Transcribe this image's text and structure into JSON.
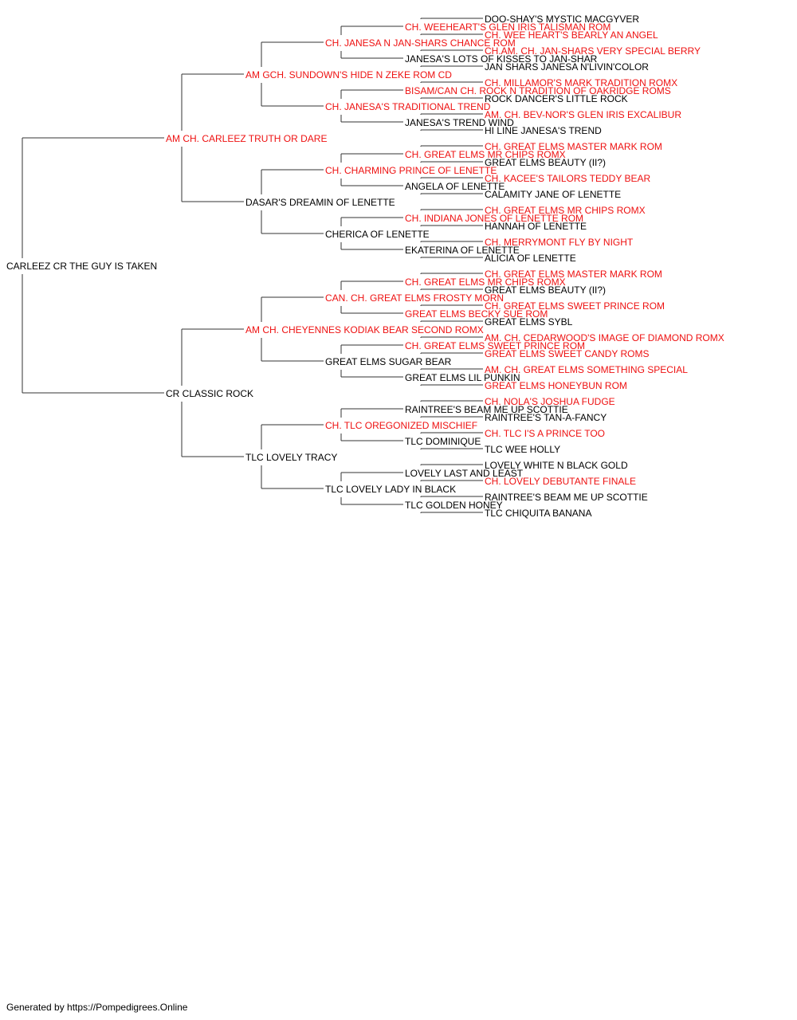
{
  "colors": {
    "champion": "#ee1111",
    "normal": "#000000",
    "line": "#333333"
  },
  "footer": "Generated by https://Pompedigrees.Online",
  "dogs": [
    {
      "id": "g0",
      "name": "CARLEEZ CR THE GUY IS TAKEN",
      "champion": false
    },
    {
      "id": "g1_0",
      "name": "AM CH. CARLEEZ TRUTH OR DARE",
      "champion": true
    },
    {
      "id": "g1_1",
      "name": "CR CLASSIC ROCK",
      "champion": false
    },
    {
      "id": "g2_0",
      "name": "AM GCH. SUNDOWN'S HIDE N ZEKE ROM CD",
      "champion": true
    },
    {
      "id": "g2_1",
      "name": "DASAR'S DREAMIN OF LENETTE",
      "champion": false
    },
    {
      "id": "g2_2",
      "name": "AM CH. CHEYENNES KODIAK BEAR SECOND ROMX",
      "champion": true
    },
    {
      "id": "g2_3",
      "name": "TLC LOVELY TRACY",
      "champion": false
    },
    {
      "id": "g3_0",
      "name": "CH. JANESA N JAN-SHARS CHANCE ROM",
      "champion": true
    },
    {
      "id": "g3_1",
      "name": "CH. JANESA'S TRADITIONAL TREND",
      "champion": true
    },
    {
      "id": "g3_2",
      "name": "CH. CHARMING PRINCE OF LENETTE",
      "champion": true
    },
    {
      "id": "g3_3",
      "name": "CHERICA OF LENETTE",
      "champion": false
    },
    {
      "id": "g3_4",
      "name": "CAN. CH. GREAT ELMS FROSTY MORN",
      "champion": true
    },
    {
      "id": "g3_5",
      "name": "GREAT ELMS SUGAR BEAR",
      "champion": false
    },
    {
      "id": "g3_6",
      "name": "CH. TLC OREGONIZED MISCHIEF",
      "champion": true
    },
    {
      "id": "g3_7",
      "name": "TLC LOVELY LADY IN BLACK",
      "champion": false
    },
    {
      "id": "g4_0",
      "name": "CH. WEEHEART'S GLEN IRIS TALISMAN ROM",
      "champion": true
    },
    {
      "id": "g4_1",
      "name": "JANESA'S LOTS OF KISSES TO JAN-SHAR",
      "champion": false
    },
    {
      "id": "g4_2",
      "name": "BISAM/CAN CH. ROCK N TRADITION OF OAKRIDGE ROMS",
      "champion": true
    },
    {
      "id": "g4_3",
      "name": "JANESA'S TREND WIND",
      "champion": false
    },
    {
      "id": "g4_4",
      "name": "CH. GREAT ELMS MR CHIPS ROMX",
      "champion": true
    },
    {
      "id": "g4_5",
      "name": "ANGELA OF LENETTE",
      "champion": false
    },
    {
      "id": "g4_6",
      "name": "CH. INDIANA JONES OF LENETTE ROM",
      "champion": true
    },
    {
      "id": "g4_7",
      "name": "EKATERINA OF LENETTE",
      "champion": false
    },
    {
      "id": "g4_8",
      "name": "CH. GREAT ELMS MR CHIPS ROMX",
      "champion": true
    },
    {
      "id": "g4_9",
      "name": "GREAT ELMS BECKY SUE ROM",
      "champion": true
    },
    {
      "id": "g4_10",
      "name": "CH. GREAT ELMS SWEET PRINCE ROM",
      "champion": true
    },
    {
      "id": "g4_11",
      "name": "GREAT ELMS LIL PUNKIN",
      "champion": false
    },
    {
      "id": "g4_12",
      "name": "RAINTREE'S BEAM ME UP SCOTTIE",
      "champion": false
    },
    {
      "id": "g4_13",
      "name": "TLC DOMINIQUE",
      "champion": false
    },
    {
      "id": "g4_14",
      "name": "LOVELY LAST AND LEAST",
      "champion": false
    },
    {
      "id": "g4_15",
      "name": "TLC GOLDEN HONEY",
      "champion": false
    },
    {
      "id": "g5_0",
      "name": "DOO-SHAY'S MYSTIC MACGYVER",
      "champion": false
    },
    {
      "id": "g5_1",
      "name": "CH. WEE HEART'S BEARLY AN ANGEL",
      "champion": true
    },
    {
      "id": "g5_2",
      "name": "CH.AM. CH. JAN-SHARS VERY SPECIAL BERRY",
      "champion": true
    },
    {
      "id": "g5_3",
      "name": "JAN SHARS JANESA N'LIVIN'COLOR",
      "champion": false
    },
    {
      "id": "g5_4",
      "name": "CH. MILLAMOR'S MARK TRADITION ROMX",
      "champion": true
    },
    {
      "id": "g5_5",
      "name": "ROCK DANCER'S LITTLE ROCK",
      "champion": false
    },
    {
      "id": "g5_6",
      "name": "AM. CH. BEV-NOR'S GLEN IRIS EXCALIBUR",
      "champion": true
    },
    {
      "id": "g5_7",
      "name": "HI LINE JANESA'S TREND",
      "champion": false
    },
    {
      "id": "g5_8",
      "name": "CH. GREAT ELMS MASTER MARK ROM",
      "champion": true
    },
    {
      "id": "g5_9",
      "name": "GREAT ELMS BEAUTY (II?)",
      "champion": false
    },
    {
      "id": "g5_10",
      "name": "CH. KACEE'S TAILORS TEDDY BEAR",
      "champion": true
    },
    {
      "id": "g5_11",
      "name": "CALAMITY JANE OF LENETTE",
      "champion": false
    },
    {
      "id": "g5_12",
      "name": "CH. GREAT ELMS MR CHIPS ROMX",
      "champion": true
    },
    {
      "id": "g5_13",
      "name": "HANNAH OF LENETTE",
      "champion": false
    },
    {
      "id": "g5_14",
      "name": "CH. MERRYMONT FLY BY NIGHT",
      "champion": true
    },
    {
      "id": "g5_15",
      "name": "ALICIA OF LENETTE",
      "champion": false
    },
    {
      "id": "g5_16",
      "name": "CH. GREAT ELMS MASTER MARK ROM",
      "champion": true
    },
    {
      "id": "g5_17",
      "name": "GREAT ELMS BEAUTY (II?)",
      "champion": false
    },
    {
      "id": "g5_18",
      "name": "CH. GREAT ELMS SWEET PRINCE ROM",
      "champion": true
    },
    {
      "id": "g5_19",
      "name": "GREAT ELMS SYBL",
      "champion": false
    },
    {
      "id": "g5_20",
      "name": "AM. CH. CEDARWOOD'S IMAGE OF DIAMOND ROMX",
      "champion": true
    },
    {
      "id": "g5_21",
      "name": "GREAT ELMS SWEET CANDY ROMS",
      "champion": true
    },
    {
      "id": "g5_22",
      "name": "AM. CH. GREAT ELMS SOMETHING SPECIAL",
      "champion": true
    },
    {
      "id": "g5_23",
      "name": "GREAT ELMS HONEYBUN ROM",
      "champion": true
    },
    {
      "id": "g5_24",
      "name": "CH. NOLA'S JOSHUA FUDGE",
      "champion": true
    },
    {
      "id": "g5_25",
      "name": "RAINTREE'S TAN-A-FANCY",
      "champion": false
    },
    {
      "id": "g5_26",
      "name": "CH. TLC I'S A PRINCE TOO",
      "champion": true
    },
    {
      "id": "g5_27",
      "name": "TLC WEE HOLLY",
      "champion": false
    },
    {
      "id": "g5_28",
      "name": "LOVELY WHITE N BLACK GOLD",
      "champion": false
    },
    {
      "id": "g5_29",
      "name": "CH. LOVELY DEBUTANTE FINALE",
      "champion": true
    },
    {
      "id": "g5_30",
      "name": "RAINTREE'S BEAM ME UP SCOTTIE",
      "champion": false
    },
    {
      "id": "g5_31",
      "name": "TLC CHIQUITA BANANA",
      "champion": false
    }
  ]
}
